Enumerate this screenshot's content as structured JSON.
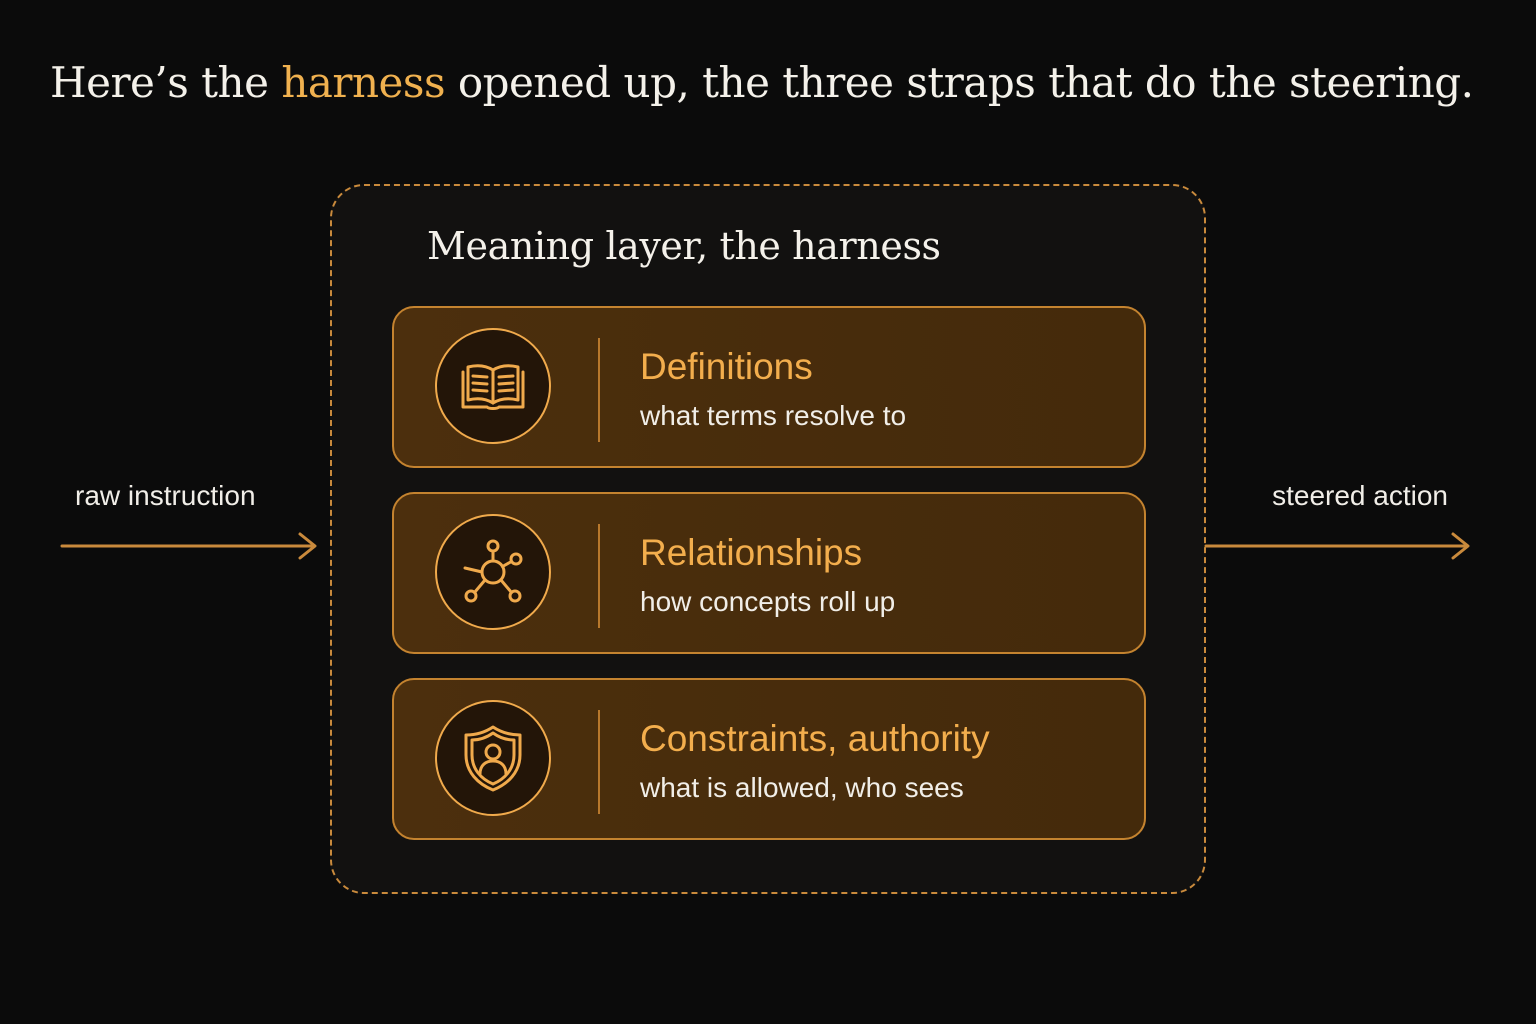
{
  "headline": {
    "before": "Here’s the ",
    "highlight": "harness",
    "after": " opened up, the three straps that do the steering."
  },
  "input_label": "raw instruction",
  "output_label": "steered action",
  "harness": {
    "title": "Meaning layer, the harness",
    "straps": [
      {
        "icon": "open-book-icon",
        "title": "Definitions",
        "subtitle": "what terms resolve to"
      },
      {
        "icon": "network-hub-icon",
        "title": "Relationships",
        "subtitle": "how concepts roll up"
      },
      {
        "icon": "shield-user-icon",
        "title": "Constraints, authority",
        "subtitle": "what is allowed, who sees"
      }
    ]
  },
  "colors": {
    "background": "#0b0b0b",
    "accent": "#f0b14f",
    "strap_fill": "#4c2f0d",
    "strap_border": "#c4832f",
    "arrow": "#c98a3c"
  }
}
